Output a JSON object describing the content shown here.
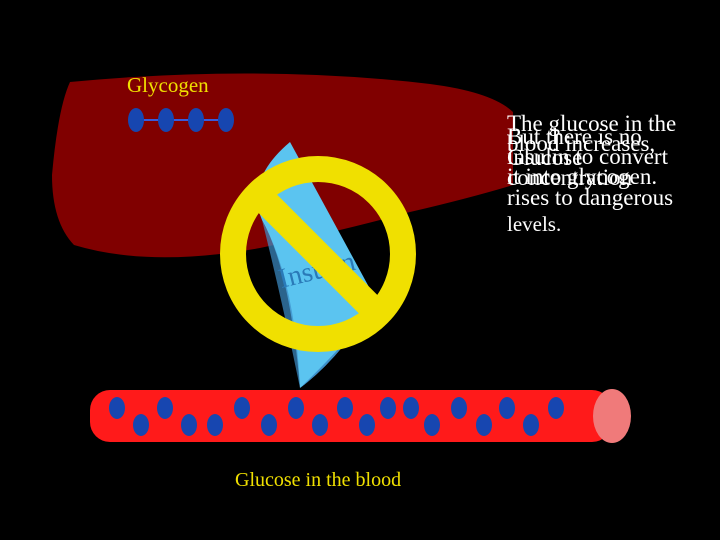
{
  "labels": {
    "glycogen": "Glycogen",
    "insulin": "Insulin",
    "blood": "Glucose in the blood"
  },
  "text_lines": {
    "line_1": [
      "The glucose in the",
      "blood increases,"
    ],
    "line_2": [
      "But there is no",
      "insulin to convert",
      "it into glycogen."
    ],
    "line_3": [
      "Glucose",
      "concentration",
      "rises to dangerous",
      "levels."
    ]
  },
  "counts": {
    "glycogen_molecules": 4,
    "blood_glucose_molecules": 19
  },
  "colors": {
    "background": "#000000",
    "liver": "#800000",
    "label_text": "#f0e000",
    "arrow": "#5bc4f0",
    "arrow_shadow": "#3d8ec9",
    "no_symbol": "#f0e000",
    "vessel": "#ff1a1a",
    "vessel_end": "#f07a7a",
    "glucose": "#1746b0",
    "body_text": "#ffffff"
  },
  "icons": [
    "prohibition-icon",
    "curved-arrow-icon",
    "glucose-molecule-icon"
  ]
}
